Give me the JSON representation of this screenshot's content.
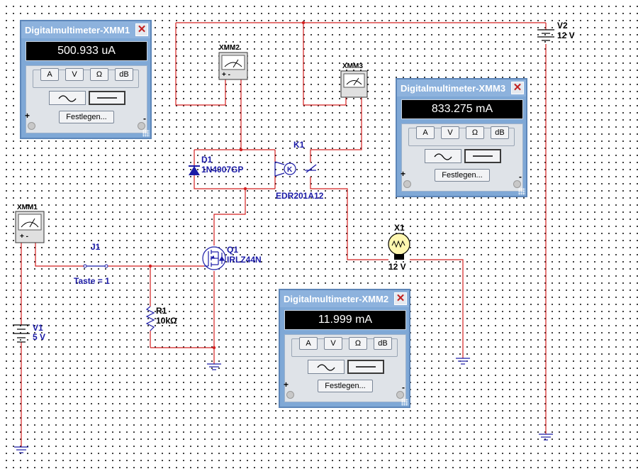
{
  "circuit": {
    "V2": {
      "ref": "V2",
      "value": "12 V"
    },
    "V1": {
      "ref": "V1",
      "value": "5 V"
    },
    "D1": {
      "ref": "D1",
      "part": "1N4007GP"
    },
    "K1": {
      "ref": "K1",
      "part": "EDR201A12",
      "coil_symbol": "K"
    },
    "Q1": {
      "ref": "Q1",
      "part": "IRLZ44N"
    },
    "R1": {
      "ref": "R1",
      "value": "10kΩ"
    },
    "J1": {
      "ref": "J1",
      "key_label": "Taste = 1"
    },
    "X1": {
      "ref": "X1",
      "value": "12 V"
    },
    "XMM1": {
      "ref": "XMM1"
    },
    "XMM2": {
      "ref": "XMM2"
    },
    "XMM3": {
      "ref": "XMM3"
    }
  },
  "meters": [
    {
      "title": "Digitalmultimeter-XMM1",
      "reading": "500.933 uA",
      "btn_a": "A",
      "btn_v": "V",
      "btn_ohm": "Ω",
      "btn_db": "dB",
      "set_label": "Festlegen...",
      "plus": "+",
      "minus": "-"
    },
    {
      "title": "Digitalmultimeter-XMM3",
      "reading": "833.275 mA",
      "btn_a": "A",
      "btn_v": "V",
      "btn_ohm": "Ω",
      "btn_db": "dB",
      "set_label": "Festlegen...",
      "plus": "+",
      "minus": "-"
    },
    {
      "title": "Digitalmultimeter-XMM2",
      "reading": "11.999 mA",
      "btn_a": "A",
      "btn_v": "V",
      "btn_ohm": "Ω",
      "btn_db": "dB",
      "set_label": "Festlegen...",
      "plus": "+",
      "minus": "-"
    }
  ],
  "colors": {
    "wire": "#d42020",
    "ground": "#1a1aa6",
    "label": "#1a1aa6",
    "panel": "#7fa8d6"
  }
}
